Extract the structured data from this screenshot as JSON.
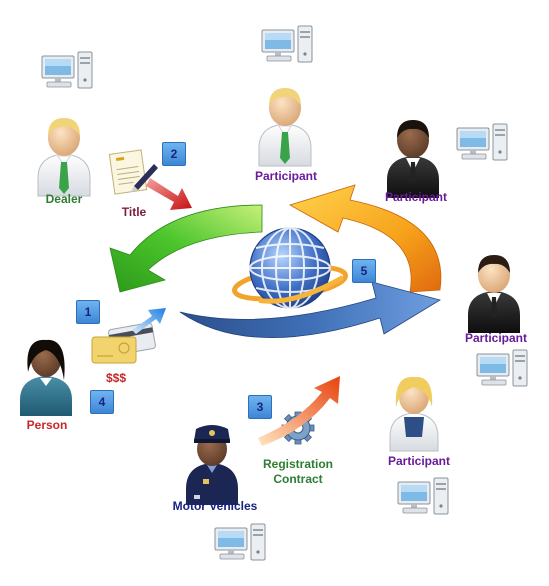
{
  "labels": {
    "dealer": "Dealer",
    "title": "Title",
    "person": "Person",
    "money": "$$$",
    "motor_vehicles": "Motor Vehicles",
    "registration": "Registration",
    "contract": "Contract",
    "participant_top": "Participant",
    "participant_top_right": "Participant",
    "participant_right": "Participant",
    "participant_bottom_right": "Participant"
  },
  "steps": [
    "1",
    "2",
    "3",
    "4",
    "5"
  ],
  "colors": {
    "green_arrow": "#4cc52c",
    "orange_arrow": "#f7a21b",
    "blue_arrow": "#3f6fb6",
    "label_purple": "#6a1b9a",
    "label_green": "#2e7d32",
    "label_red": "#c62828",
    "label_navy": "#1a237e",
    "badge_blue": "#4a90e2"
  },
  "icons": [
    "computer-icon",
    "globe-icon",
    "document-pen-icon",
    "credit-card-icon",
    "gear-icon",
    "person-icon",
    "police-officer-icon"
  ]
}
